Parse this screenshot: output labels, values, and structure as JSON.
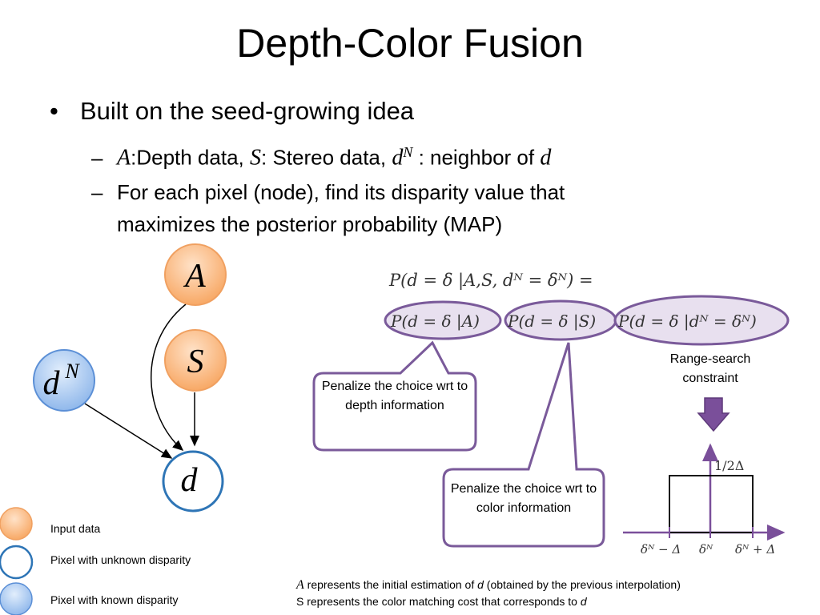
{
  "title": "Depth-Color Fusion",
  "bullet": "Built on the seed-growing idea",
  "sub1": {
    "A": "A",
    "depth_text": ":Depth data, ",
    "S": "S",
    "stereo_text": ": Stereo data, ",
    "dN": "d",
    "dN_sup": "N",
    "neighbor_text": " : neighbor of ",
    "d": "d"
  },
  "sub2": {
    "line1": "For each pixel (node), find its disparity value that",
    "line2": "maximizes the posterior probability (MAP)"
  },
  "nodes": {
    "A": "A",
    "S": "S",
    "dN": "d",
    "dN_sup": "N",
    "d": "d"
  },
  "equation": {
    "line1": "P(d = δ |A,S, dᴺ = δᴺ) =",
    "term1": "P(d = δ |A)",
    "term2": "P(d = δ |S)",
    "term3": "P(d = δ |dᴺ = δᴺ)"
  },
  "callouts": {
    "depth": "Penalize the choice wrt to depth information",
    "color": "Penalize the choice wrt to color information"
  },
  "range_search": "Range-search constraint",
  "plot": {
    "height_label": "1/2Δ",
    "x_left": "δᴺ − Δ",
    "x_mid": "δᴺ",
    "x_right": "δᴺ + Δ"
  },
  "legend": {
    "input": "Input data",
    "unknown": "Pixel with unknown disparity",
    "known": "Pixel with known disparity"
  },
  "notes": {
    "line1_A": "A",
    "line1_mid": " represents the initial estimation of ",
    "line1_d": "d",
    "line1_end": " (obtained by the previous interpolation)",
    "line2": "S represents the color matching cost that corresponds to ",
    "line2_d": "d"
  },
  "colors": {
    "orange_node": "#f7a45e",
    "blue_node": "#8ab4ea",
    "node_border_blue": "#2e75b6",
    "purple": "#7a5a9a",
    "purple_fill": "#e8e0ef",
    "arrow_purple": "#7a4f9a"
  }
}
